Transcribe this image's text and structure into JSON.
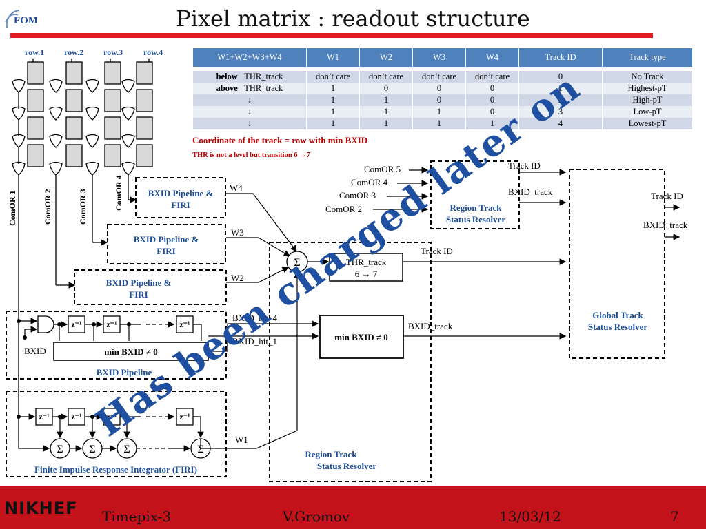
{
  "slide": {
    "title": "Pixel matrix : readout structure",
    "logo_text": "FOM",
    "footer_logo_text": "NIKHEF",
    "footer": {
      "left": "Timepix-3",
      "center": "V.Gromov",
      "date": "13/03/12",
      "page": "7"
    },
    "watermark": "Has been charged later on"
  },
  "table": {
    "headers": [
      "W1+W2+W3+W4",
      "W1",
      "W2",
      "W3",
      "W4",
      "Track ID",
      "Track type"
    ],
    "rows": [
      {
        "c0a": "below",
        "c0b": "THR_track",
        "w1": "don’t care",
        "w2": "don’t care",
        "w3": "don’t care",
        "w4": "don’t care",
        "id": "0",
        "type": "No Track"
      },
      {
        "c0a": "above",
        "c0b": "THR_track",
        "w1": "1",
        "w2": "0",
        "w3": "0",
        "w4": "0",
        "id": "1",
        "type": "Highest-pT"
      },
      {
        "c0a": "↓",
        "c0b": "",
        "w1": "1",
        "w2": "1",
        "w3": "0",
        "w4": "0",
        "id": "2",
        "type": "High-pT"
      },
      {
        "c0a": "↓",
        "c0b": "",
        "w1": "1",
        "w2": "1",
        "w3": "1",
        "w4": "0",
        "id": "3",
        "type": "Low-pT"
      },
      {
        "c0a": "↓",
        "c0b": "",
        "w1": "1",
        "w2": "1",
        "w3": "1",
        "w4": "1",
        "id": "4",
        "type": "Lowest-pT"
      }
    ],
    "note1": "Coordinate of the track = row with min BXID",
    "note2": "THR is not a level but transition 6 →7"
  },
  "diagram": {
    "rows": [
      "row.1",
      "row.2",
      "row.3",
      "row.4"
    ],
    "comor": [
      "ComOR 1",
      "ComOR 2",
      "ComOR 3",
      "ComOR 4"
    ],
    "comor_inputs": [
      "ComOR 5",
      "ComOR 4",
      "ComOR 3",
      "ComOR 2"
    ],
    "pipeline_label_1": "BXID Pipeline &",
    "pipeline_label_2": "FIRI",
    "w_labels": {
      "w4": "W4",
      "w3": "W3",
      "w2": "W2",
      "w1": "W1"
    },
    "sigma": "Σ",
    "z_inv": "z⁻¹",
    "bxid": "BXID",
    "min_bxid": "min BXID ≠ 0",
    "bxid_pipeline": "BXID Pipeline",
    "firi": "Finite Impulse Response Integrator (FIRI)",
    "thr_track_1": "THR_track",
    "thr_track_2": "6 → 7",
    "bxid_hit_4": "BXID_hit_4",
    "bxid_hit_1": "BXID_hit_1",
    "bxid_track": "BXID_track",
    "track_id": "Track ID",
    "region_resolver_1": "Region Track",
    "region_resolver_2": "Status  Resolver",
    "global_resolver_1": "Global Track",
    "global_resolver_2": "Status  Resolver"
  },
  "colors": {
    "accent_red": "#e31b23",
    "footer_red": "#c4121a",
    "table_header": "#4f81bd",
    "label_blue": "#1f4e99",
    "note_red": "#c00000"
  }
}
